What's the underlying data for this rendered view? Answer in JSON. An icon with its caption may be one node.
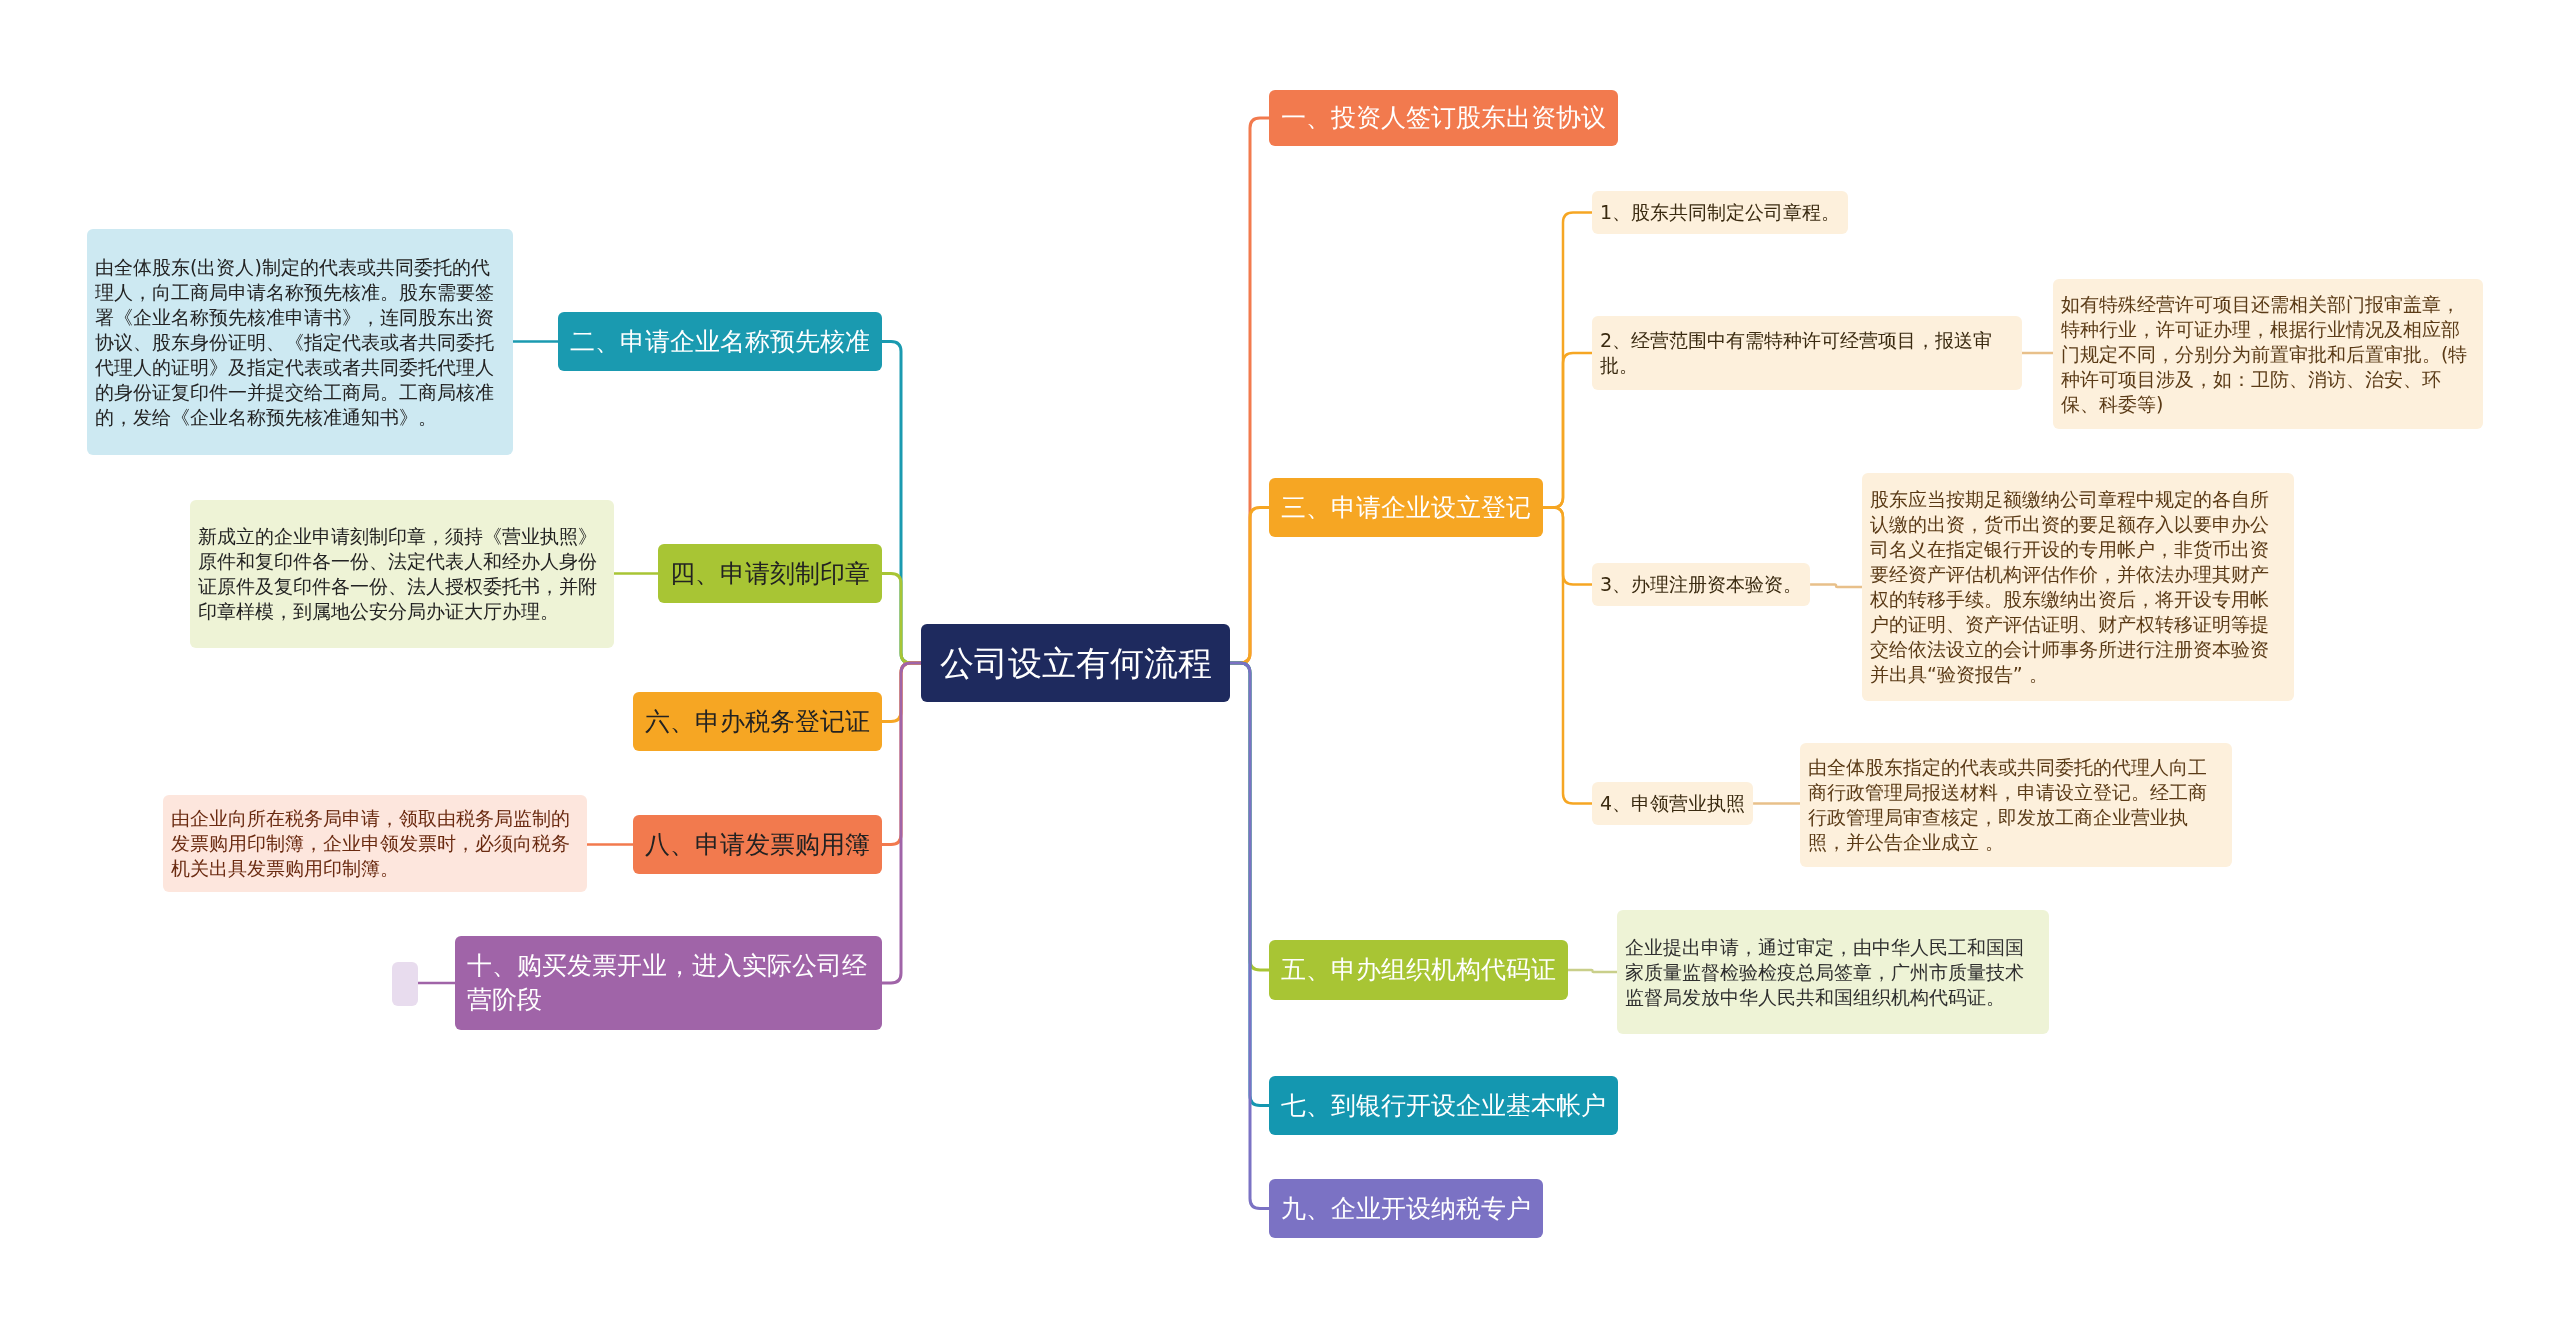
{
  "diagram": {
    "nodes": [
      {
        "text": [
          "公司设立有何流程"
        ]
      },
      {
        "text": [
          "一、投资人签订股东出资协议"
        ]
      },
      {
        "text": [
          "三、申请企业设立登记"
        ]
      },
      {
        "text": [
          "1、股东共同制定公司章程。"
        ]
      },
      {
        "text": [
          "2、经营范围中有需特种许可经营项目，报送审批。"
        ]
      },
      {
        "text": [
          "如有特殊经营许可项目还需相关部门报审盖章，特种行业，许可证办理，根据行业情况及相应部门规定不同，分别分为前置审批和后置审批。(特种许可项目涉及，如：卫防、消访、治安、环保、科委等)"
        ]
      },
      {
        "text": [
          "3、办理注册资本验资。"
        ]
      },
      {
        "text": [
          "股东应当按期足额缴纳公司章程中规定的各自所认缴的出资，货币出资的要足额存入以要申办公司名义在指定银行开设的专用帐户，非货币出资要经资产评估机构评估作价，并依法办理其财产权的转移手续。股东缴纳出资后，将开设专用帐户的证明、资产评估证明、财产权转移证明等提交给依法设立的会计师事务所进行注册资本验资并出具“验资报告” 。"
        ]
      },
      {
        "text": [
          "4、申领营业执照"
        ]
      },
      {
        "text": [
          "由全体股东指定的代表或共同委托的代理人向工商行政管理局报送材料，申请设立登记。经工商行政管理局审查核定，即发放工商企业营业执照，并公告企业成立 。"
        ]
      },
      {
        "text": [
          "五、申办组织机构代码证"
        ]
      },
      {
        "text": [
          "企业提出申请，通过审定，由中华人民工和国国家质量监督检验检疫总局签章，广州市质量技术监督局发放中华人民共和国组织机构代码证。"
        ]
      },
      {
        "text": [
          "七、到银行开设企业基本帐户"
        ]
      },
      {
        "text": [
          "九、企业开设纳税专户"
        ]
      },
      {
        "text": [
          "二、申请企业名称预先核准"
        ]
      },
      {
        "text": [
          "由全体股东(出资人)制定的代表或共同委托的代理人，向工商局申请名称预先核准。股东需要签署《企业名称预先核准申请书》，连同股东出资协议、股东身份证明、《指定代表或者共同委托代理人的证明》及指定代表或者共同委托代理人的身份证复印件一并提交给工商局。工商局核准的，发给《企业名称预先核准通知书》。"
        ]
      },
      {
        "text": [
          "四、申请刻制印章"
        ]
      },
      {
        "text": [
          "新成立的企业申请刻制印章，须持《营业执照》原件和复印件各一份、法定代表人和经办人身份证原件及复印件各一份、法人授权委托书，并附印章样模，到属地公安分局办证大厅办理。"
        ]
      },
      {
        "text": [
          "六、申办税务登记证"
        ]
      },
      {
        "text": [
          "八、申请发票购用簿"
        ]
      },
      {
        "text": [
          "由企业向所在税务局申请，领取由税务局监制的发票购用印制簿，企业申领发票时，必须向税务机关出具发票购用印制簿。"
        ]
      },
      {
        "text": [
          "十、购买发票开业，进入实际公司经营阶段"
        ]
      },
      {
        "text": [],
        "shape": "box"
      }
    ],
    "edges": [
      {
        "from": 0,
        "to": 1,
        "arrow": "none",
        "color": "#f27a4e"
      },
      {
        "from": 0,
        "to": 2,
        "arrow": "none",
        "color": "#f6a623"
      },
      {
        "from": 2,
        "to": 3,
        "arrow": "none",
        "color": "#f6a623"
      },
      {
        "from": 2,
        "to": 4,
        "arrow": "none",
        "color": "#f6a623"
      },
      {
        "from": 4,
        "to": 5,
        "arrow": "none",
        "color": "#e8c08a"
      },
      {
        "from": 2,
        "to": 6,
        "arrow": "none",
        "color": "#f6a623"
      },
      {
        "from": 6,
        "to": 7,
        "arrow": "none",
        "color": "#e8c08a"
      },
      {
        "from": 2,
        "to": 8,
        "arrow": "none",
        "color": "#f6a623"
      },
      {
        "from": 8,
        "to": 9,
        "arrow": "none",
        "color": "#e8c08a"
      },
      {
        "from": 0,
        "to": 10,
        "arrow": "none",
        "color": "#a8c534"
      },
      {
        "from": 10,
        "to": 11,
        "arrow": "none",
        "color": "#c9cf8a"
      },
      {
        "from": 0,
        "to": 12,
        "arrow": "none",
        "color": "#1497b0"
      },
      {
        "from": 0,
        "to": 13,
        "arrow": "none",
        "color": "#7b72c4"
      },
      {
        "from": 0,
        "to": 14,
        "arrow": "none",
        "color": "#1a9ab0"
      },
      {
        "from": 14,
        "to": 15,
        "arrow": "none",
        "color": "#1a9ab0"
      },
      {
        "from": 0,
        "to": 16,
        "arrow": "none",
        "color": "#a8c534"
      },
      {
        "from": 16,
        "to": 17,
        "arrow": "none",
        "color": "#a8c534"
      },
      {
        "from": 0,
        "to": 18,
        "arrow": "none",
        "color": "#f6a623"
      },
      {
        "from": 0,
        "to": 19,
        "arrow": "none",
        "color": "#f27a4e"
      },
      {
        "from": 19,
        "to": 20,
        "arrow": "none",
        "color": "#f27a4e"
      },
      {
        "from": 0,
        "to": 21,
        "arrow": "none",
        "color": "#a064a8"
      },
      {
        "from": 21,
        "to": 22,
        "arrow": "none",
        "color": "#a064a8"
      }
    ]
  }
}
